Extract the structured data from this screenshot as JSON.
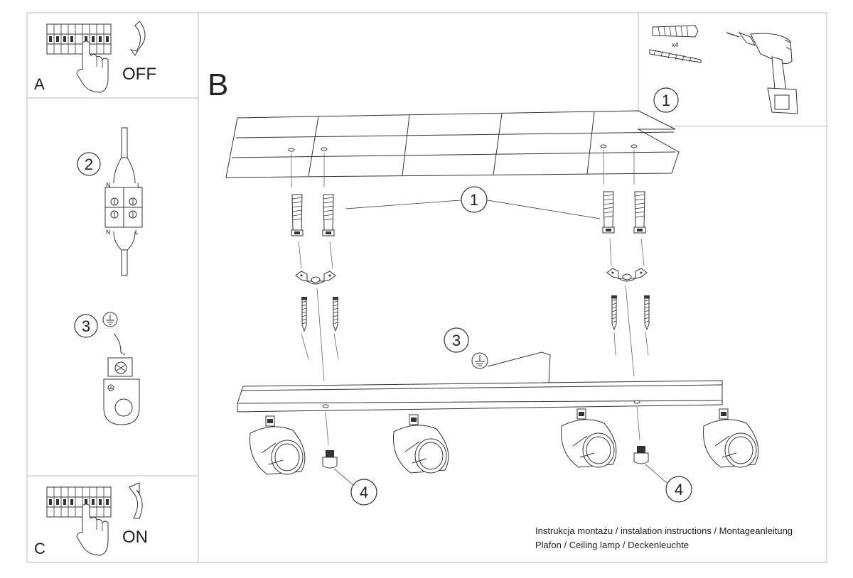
{
  "panels": {
    "a": {
      "letter": "A",
      "state": "OFF"
    },
    "c": {
      "letter": "C",
      "state": "ON"
    },
    "b": {
      "letter": "B"
    }
  },
  "tools": {
    "step": "1",
    "quantity": "x4"
  },
  "steps": {
    "wiring": "2",
    "wire_n_top": "N",
    "wire_l_top": "L",
    "wire_n_bottom": "N",
    "wire_l_bottom": "L",
    "earth": "3",
    "mount": "1",
    "earth_main": "3",
    "screw_left": "4",
    "screw_right": "4"
  },
  "caption": {
    "line1": "Instrukcja montażu / instalation instructions / Montageanleitung",
    "line2": "Plafon / Ceiling lamp / Deckenleuchte"
  },
  "colors": {
    "line": "#333333",
    "frame": "#bbbbbb",
    "background": "#ffffff"
  }
}
